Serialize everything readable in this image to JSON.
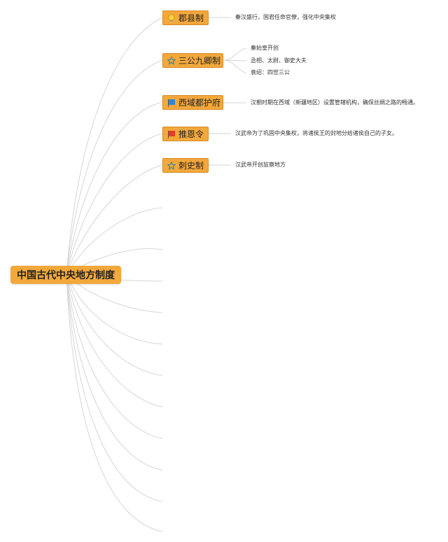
{
  "root": {
    "title": "中国古代中央地方制度"
  },
  "topics": [
    {
      "label": "郡县制",
      "icon": "lightbulb-icon",
      "notes": [
        "秦汉盛行，国君任命官僚，强化中央集权"
      ]
    },
    {
      "label": "三公九卿制",
      "icon": "star-outline-icon",
      "notes": [
        "秦始皇开创",
        "丞相、太尉、御史大夫",
        "袁绍：四世三公"
      ]
    },
    {
      "label": "西域都护府",
      "icon": "blue-flag-icon",
      "notes": [
        "汉朝时期在西域（新疆地区）设置管辖机构，确保丝绸之路的畅通。"
      ]
    },
    {
      "label": "推恩令",
      "icon": "red-flag-icon",
      "notes": [
        "汉武帝为了巩固中央集权，将诸侯王的封地分给诸侯自己的子女。"
      ]
    },
    {
      "label": "刺史制",
      "icon": "star-outline-icon",
      "notes": [
        "汉武帝开创监察地方"
      ]
    }
  ],
  "colors": {
    "topic_fill": "#f3a83b",
    "connector": "#d6d6d6"
  }
}
